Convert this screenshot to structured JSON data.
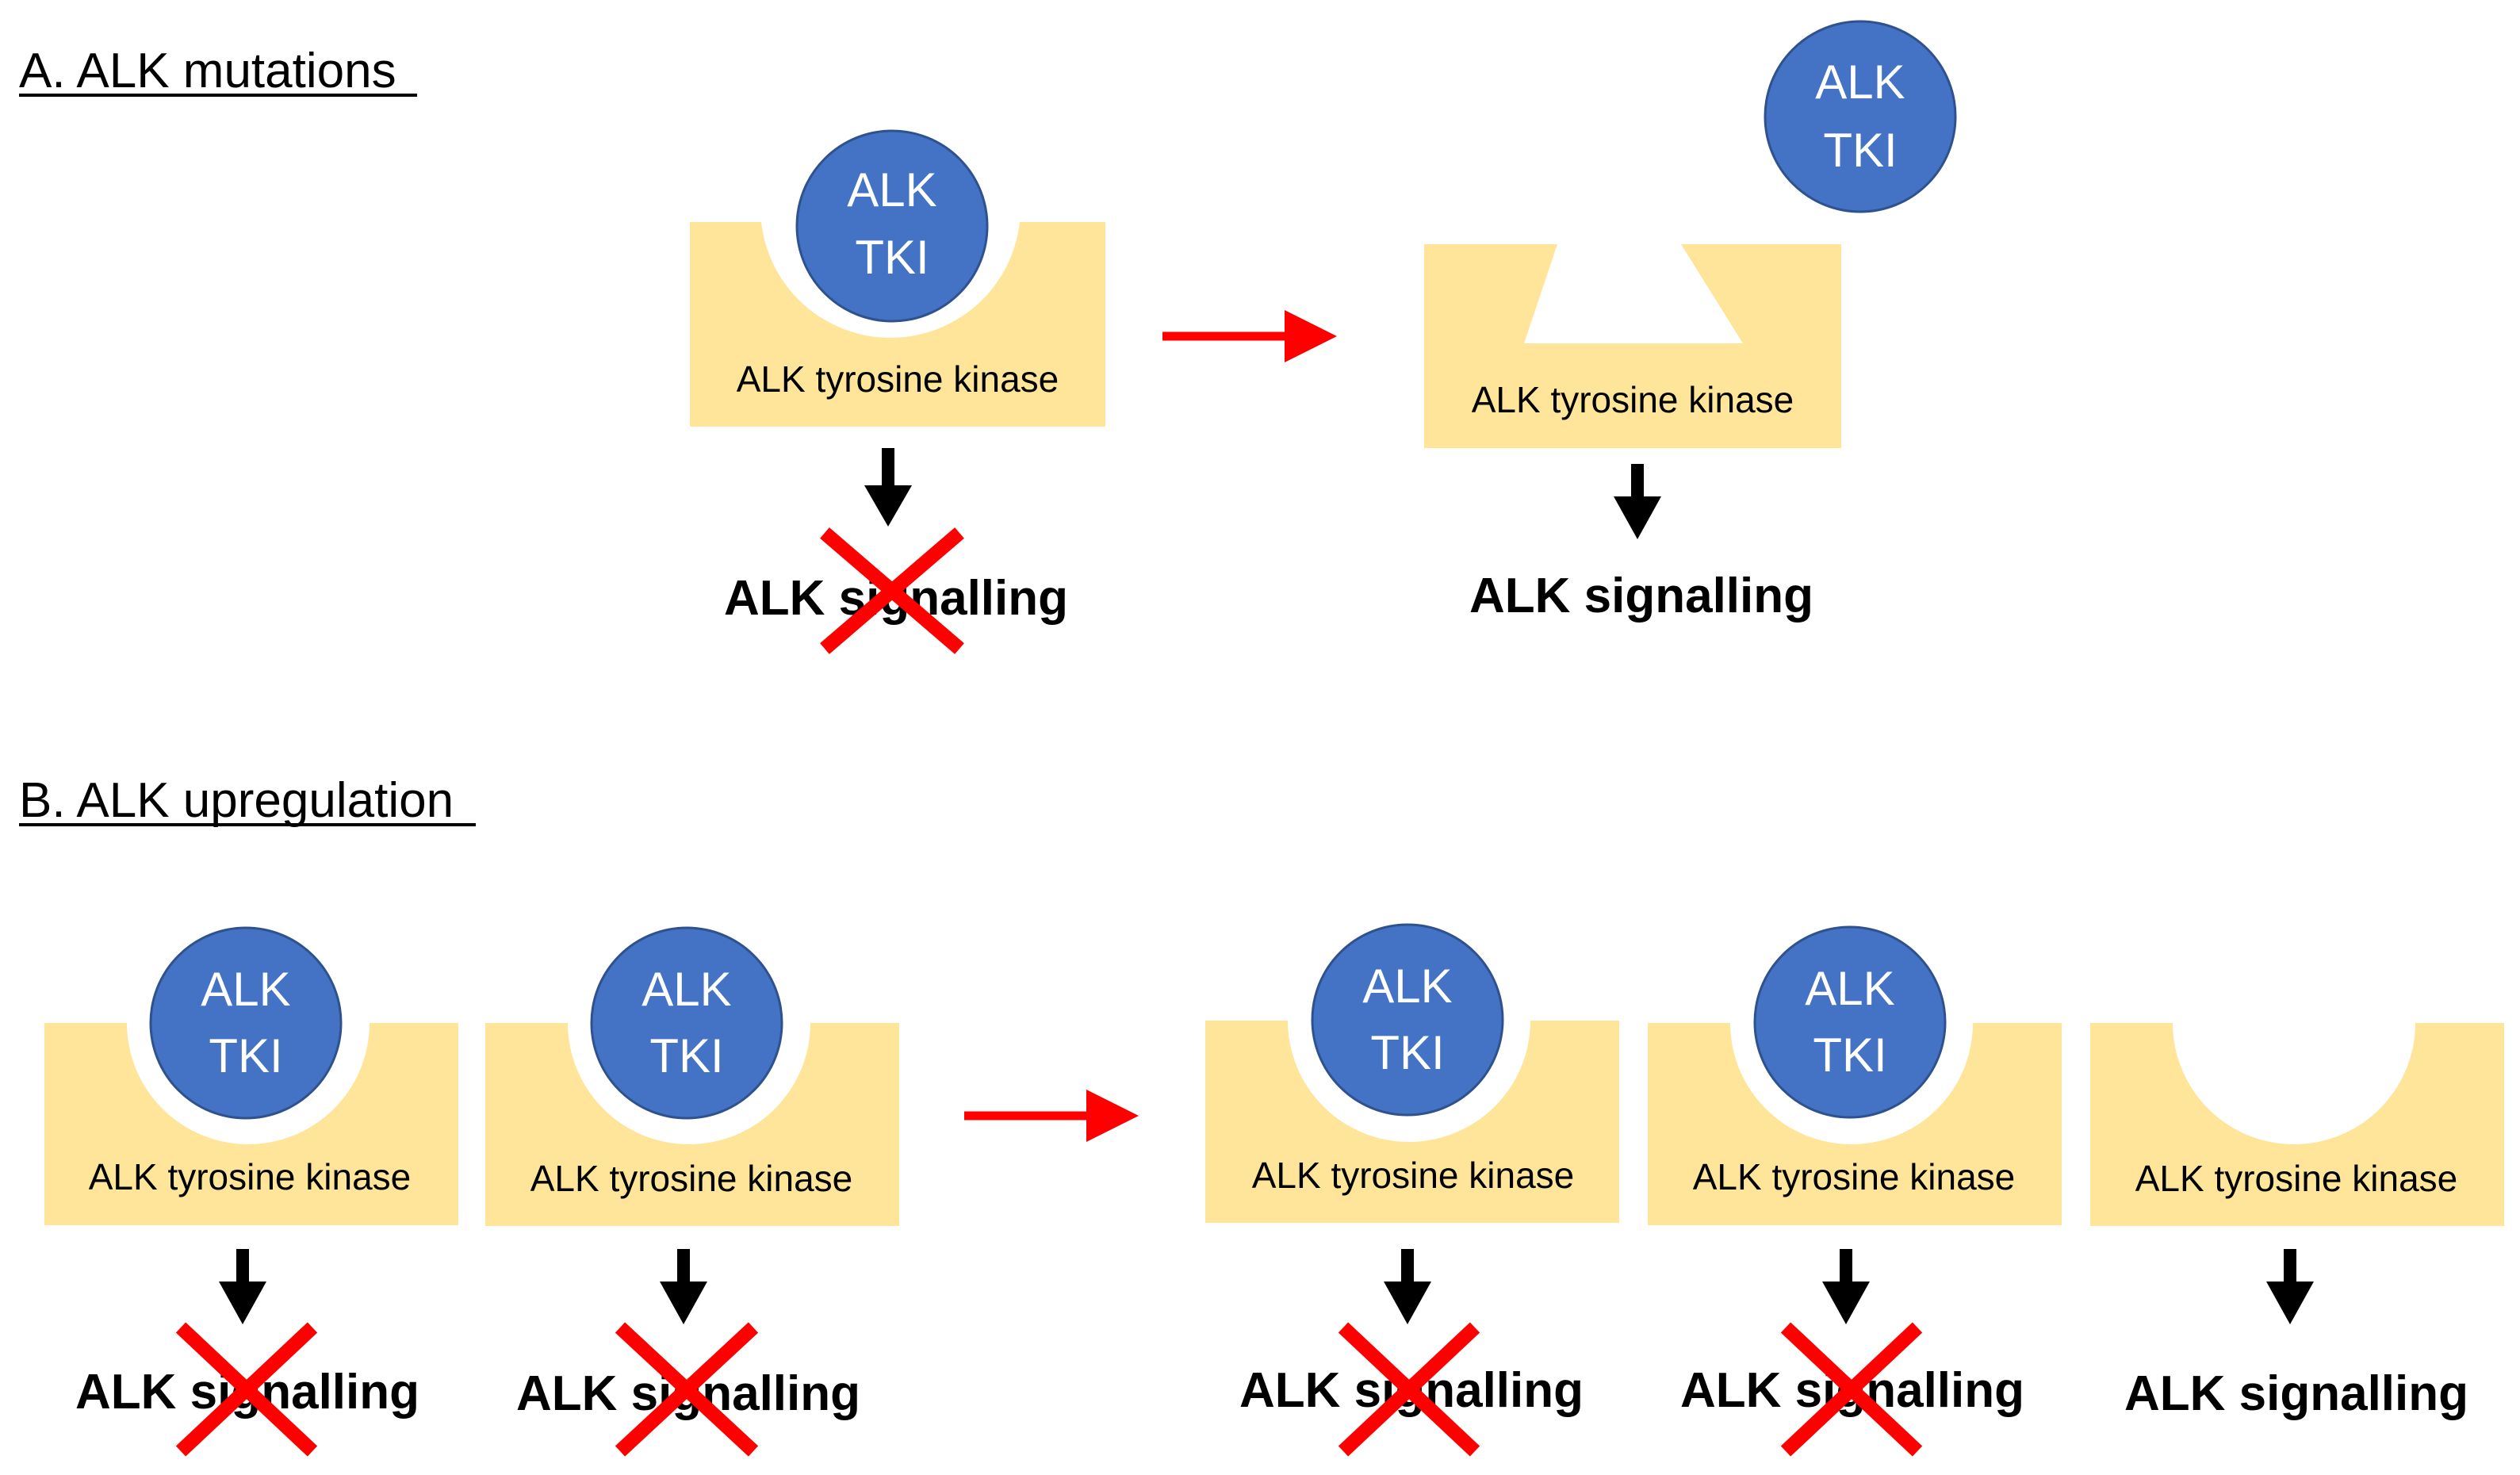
{
  "sections": {
    "a_title": "A. ALK mutations",
    "b_title": "B. ALK upregulation"
  },
  "labels": {
    "tki_line1": "ALK",
    "tki_line2": "TKI",
    "kinase": "ALK tyrosine kinase",
    "signalling": "ALK signalling"
  },
  "colors": {
    "kinase_fill": "#FFE599",
    "tki_fill": "#4472C4",
    "tki_stroke": "#2F528F",
    "transition_arrow": "#FF0000",
    "block_cross": "#FF0000",
    "signal_arrow": "#000000"
  },
  "panel_a": {
    "before": {
      "tki_bound": true,
      "signalling_blocked": true,
      "pocket": "round"
    },
    "after": {
      "tki_bound": false,
      "signalling_blocked": false,
      "pocket": "mutated-trapezoid"
    }
  },
  "panel_b": {
    "before": [
      {
        "tki_bound": true,
        "signalling_blocked": true
      },
      {
        "tki_bound": true,
        "signalling_blocked": true
      }
    ],
    "after": [
      {
        "tki_bound": true,
        "signalling_blocked": true
      },
      {
        "tki_bound": true,
        "signalling_blocked": true
      },
      {
        "tki_bound": false,
        "signalling_blocked": false
      }
    ]
  }
}
